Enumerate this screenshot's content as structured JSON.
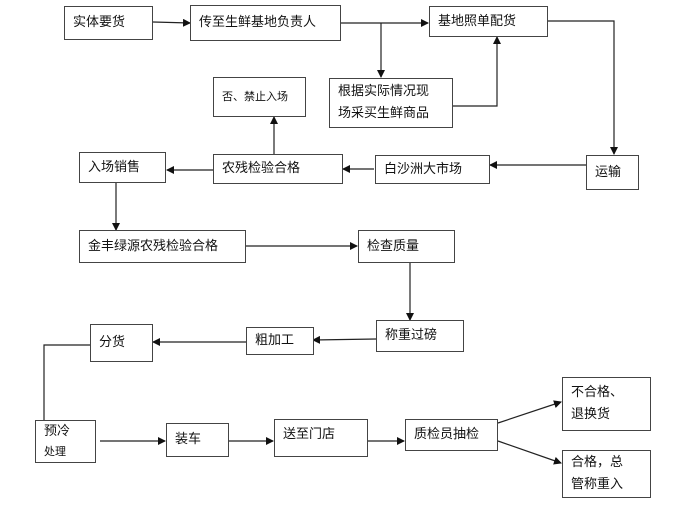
{
  "diagram": {
    "type": "flowchart",
    "nodes": {
      "order": "实体要货",
      "forward": "传至生鲜基地负责人",
      "base_pick": "基地照单配货",
      "onsite_buy_line1": "根据实际情况现",
      "onsite_buy_line2": "场采买生鲜商品",
      "reject": "否、禁止入场",
      "transport": "运输",
      "market": "白沙洲大市场",
      "pesticide_check": "农残检验合格",
      "enter_sale": "入场销售",
      "jinfeng_check": "金丰绿源农残检验合格",
      "quality_check": "检查质量",
      "weigh": "称重过磅",
      "rough_process": "粗加工",
      "split": "分货",
      "precool_line1": "预冷",
      "precool_line2": "处理",
      "load": "装车",
      "deliver": "送至门店",
      "inspector": "质检员抽检",
      "fail_line1": "不合格、",
      "fail_line2": "退换货",
      "pass_line1": "合格，总",
      "pass_line2": "管称重入"
    },
    "edges": [
      [
        "order",
        "forward"
      ],
      [
        "forward",
        "base_pick"
      ],
      [
        "forward",
        "onsite_buy"
      ],
      [
        "onsite_buy",
        "base_pick"
      ],
      [
        "base_pick",
        "transport"
      ],
      [
        "transport",
        "market"
      ],
      [
        "market",
        "pesticide_check"
      ],
      [
        "pesticide_check",
        "reject"
      ],
      [
        "pesticide_check",
        "enter_sale"
      ],
      [
        "enter_sale",
        "jinfeng_check"
      ],
      [
        "jinfeng_check",
        "quality_check"
      ],
      [
        "quality_check",
        "weigh"
      ],
      [
        "weigh",
        "rough_process"
      ],
      [
        "rough_process",
        "split"
      ],
      [
        "split",
        "precool"
      ],
      [
        "precool",
        "load"
      ],
      [
        "load",
        "deliver"
      ],
      [
        "deliver",
        "inspector"
      ],
      [
        "inspector",
        "fail"
      ],
      [
        "inspector",
        "pass"
      ]
    ]
  }
}
